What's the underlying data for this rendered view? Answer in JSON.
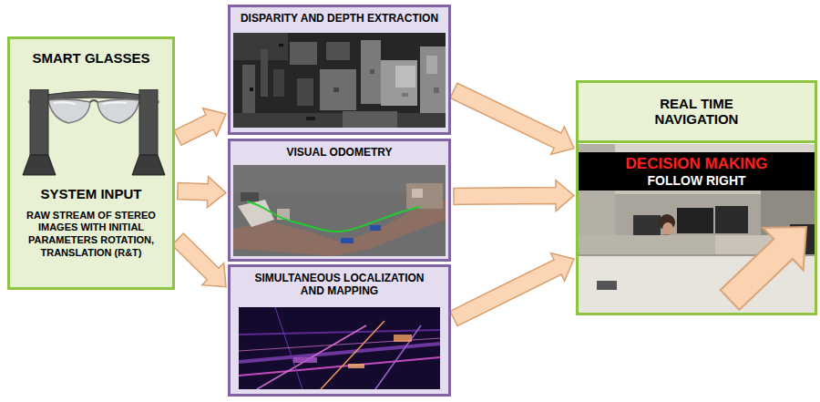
{
  "diagram": {
    "nodes": [
      {
        "text": [
          "SMART GLASSES",
          "SYSTEM INPUT",
          "RAW STREAM OF STEREO IMAGES WITH INITIAL PARAMETERS ROTATION, TRANSLATION (R&T)"
        ]
      },
      {
        "text": [
          "DISPARITY AND DEPTH EXTRACTION"
        ]
      },
      {
        "text": [
          "VISUAL ODOMETRY"
        ]
      },
      {
        "text": [
          "SIMULTANEOUS LOCALIZATION AND MAPPING"
        ]
      },
      {
        "text": [
          "REAL TIME NAVIGATION"
        ]
      },
      {
        "text": [
          "DECISION MAKING",
          "FOLLOW RIGHT"
        ],
        "in": 4
      }
    ],
    "edges": [
      {
        "from": 0,
        "to": 1,
        "arrow": "to"
      },
      {
        "from": 0,
        "to": 2,
        "arrow": "to"
      },
      {
        "from": 0,
        "to": 3,
        "arrow": "to"
      },
      {
        "from": 1,
        "to": 4,
        "arrow": "to"
      },
      {
        "from": 2,
        "to": 4,
        "arrow": "to"
      },
      {
        "from": 3,
        "to": 4,
        "arrow": "to"
      }
    ]
  }
}
